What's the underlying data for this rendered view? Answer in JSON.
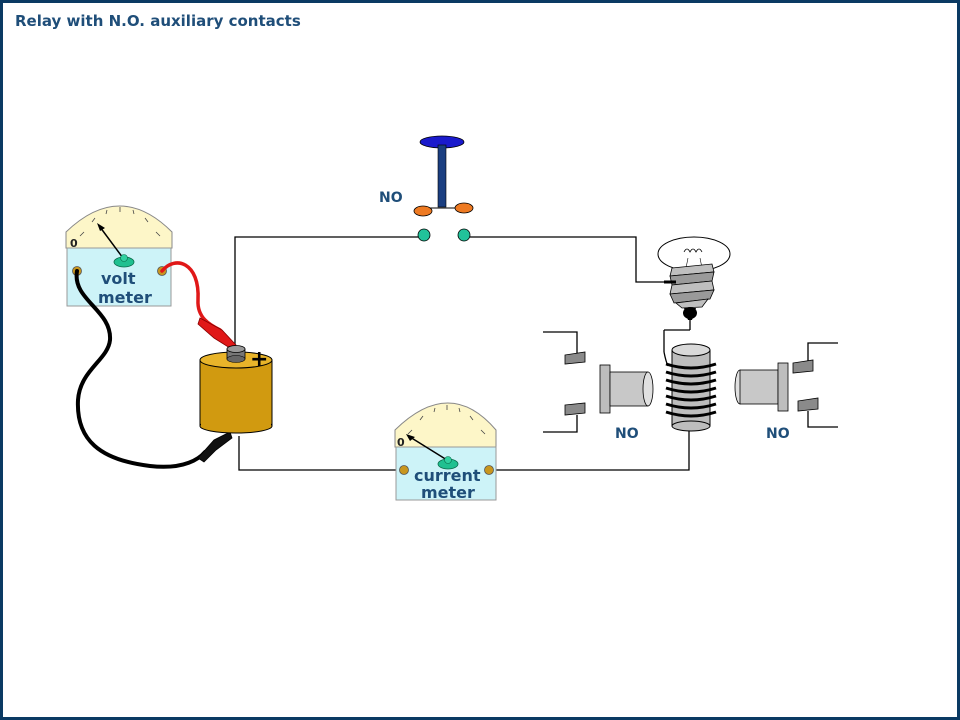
{
  "title": "Relay with N.O. auxiliary contacts",
  "labels": {
    "switch_no": "NO",
    "left_contact_no": "NO",
    "right_contact_no": "NO",
    "battery_plus": "+"
  },
  "voltmeter": {
    "line1": "volt",
    "line2": "meter",
    "zero": "0"
  },
  "ammeter": {
    "line1": "current",
    "line2": "meter",
    "zero": "0"
  },
  "colors": {
    "border": "#0b3a63",
    "title": "#1f4e79",
    "label": "#1f4e79",
    "meter_face": "#fdf6c8",
    "meter_body": "#cdf3f8",
    "terminal": "#c8961e",
    "switch_contact": "#ee7a22",
    "switch_terminal": "#22c39a",
    "battery": "#d19a10",
    "red_lead": "#e01818",
    "wire": "#000000"
  }
}
